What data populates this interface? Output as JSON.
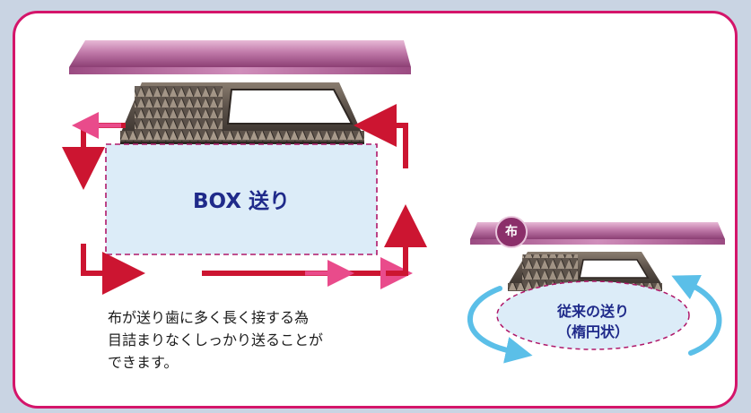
{
  "box_feed": {
    "label": "BOX 送り"
  },
  "conventional_feed": {
    "line1": "従来の送り",
    "line2": "（楕円状）"
  },
  "cloth_badge": "布",
  "description": {
    "line1": "布が送り歯に多く長く接する為",
    "line2": "目詰まりなくしっかり送ることが",
    "line3": "できます。"
  },
  "colors": {
    "border": "#d4156a",
    "arrow_red": "#cc1531",
    "arrow_pink": "#e94b8b",
    "arrow_blue": "#5bbfe8",
    "plate_pink": "#b96a9f",
    "box_fill": "#dcecf8",
    "label_navy": "#1f2a8a"
  },
  "icons": [
    "presser-plate",
    "feed-dog",
    "motion-arrow",
    "cloth-badge"
  ]
}
